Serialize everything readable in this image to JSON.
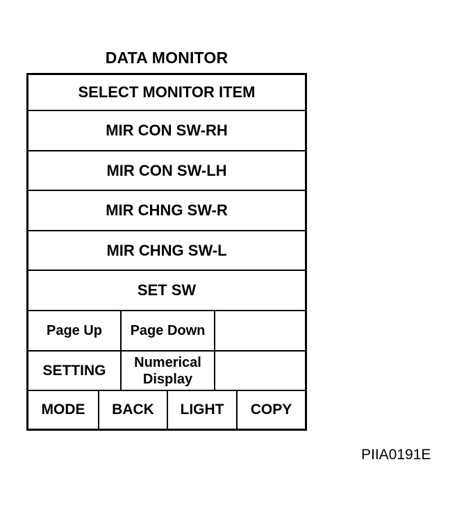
{
  "screen": {
    "title": "DATA MONITOR"
  },
  "list": {
    "header": "SELECT MONITOR ITEM",
    "items": [
      "MIR CON SW-RH",
      "MIR CON SW-LH",
      "MIR CHNG SW-R",
      "MIR CHNG SW-L",
      "SET SW"
    ]
  },
  "buttons": {
    "page_up": "Page Up",
    "page_down": "Page Down",
    "setting": "SETTING",
    "numerical_line1": "Numerical",
    "numerical_line2": "Display",
    "mode": "MODE",
    "back": "BACK",
    "light": "LIGHT",
    "copy": "COPY"
  },
  "figure": {
    "code": "PIIA0191E"
  }
}
